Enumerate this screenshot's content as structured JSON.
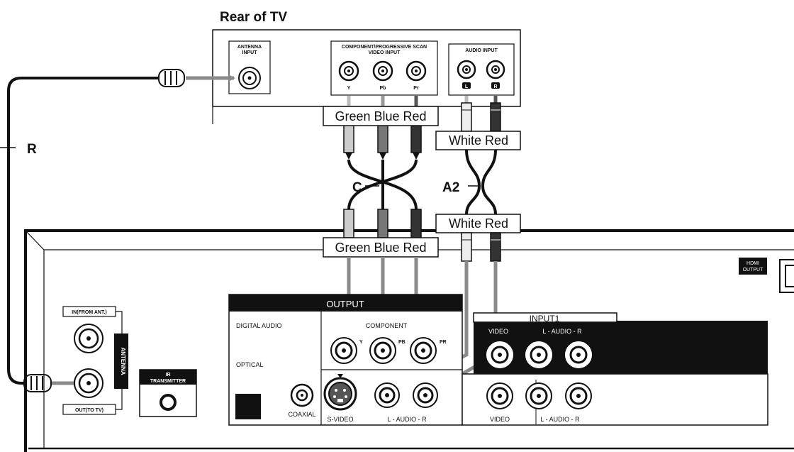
{
  "tv": {
    "title": "Rear of TV",
    "antenna_input": [
      "ANTENNA",
      "INPUT"
    ],
    "component_input": [
      "COMPONENT/PROGRESSIVE SCAN",
      "VIDEO INPUT"
    ],
    "audio_input": "AUDIO INPUT",
    "jack_labels": [
      "Y",
      "Pb",
      "Pr"
    ],
    "audio_jack_labels": [
      "L",
      "R"
    ]
  },
  "cables": {
    "component_colors_top": "Green Blue Red",
    "component_colors_bottom": "Green Blue Red",
    "audio_colors_top": "White Red",
    "audio_colors_bottom": "White Red",
    "component_label": "C",
    "audio_label": "A2",
    "antenna_label": "R"
  },
  "recorder": {
    "output_header": "OUTPUT",
    "digital_audio": "DIGITAL AUDIO",
    "optical": "OPTICAL",
    "coaxial": "COAXIAL",
    "component": "COMPONENT",
    "component_jacks": [
      "Y",
      "PB",
      "PR"
    ],
    "svideo": "S-VIDEO",
    "audio_pair_label": "L - AUDIO - R",
    "in_from_ant": "IN(FROM ANT.)",
    "out_to_tv": "OUT(TO TV)",
    "antenna": "ANTENNA",
    "ir_transmitter": [
      "IR",
      "TRANSMITTER"
    ],
    "input1": "INPUT1",
    "video": "VIDEO",
    "hdmi_output": [
      "HDMI",
      "OUTPUT"
    ]
  }
}
